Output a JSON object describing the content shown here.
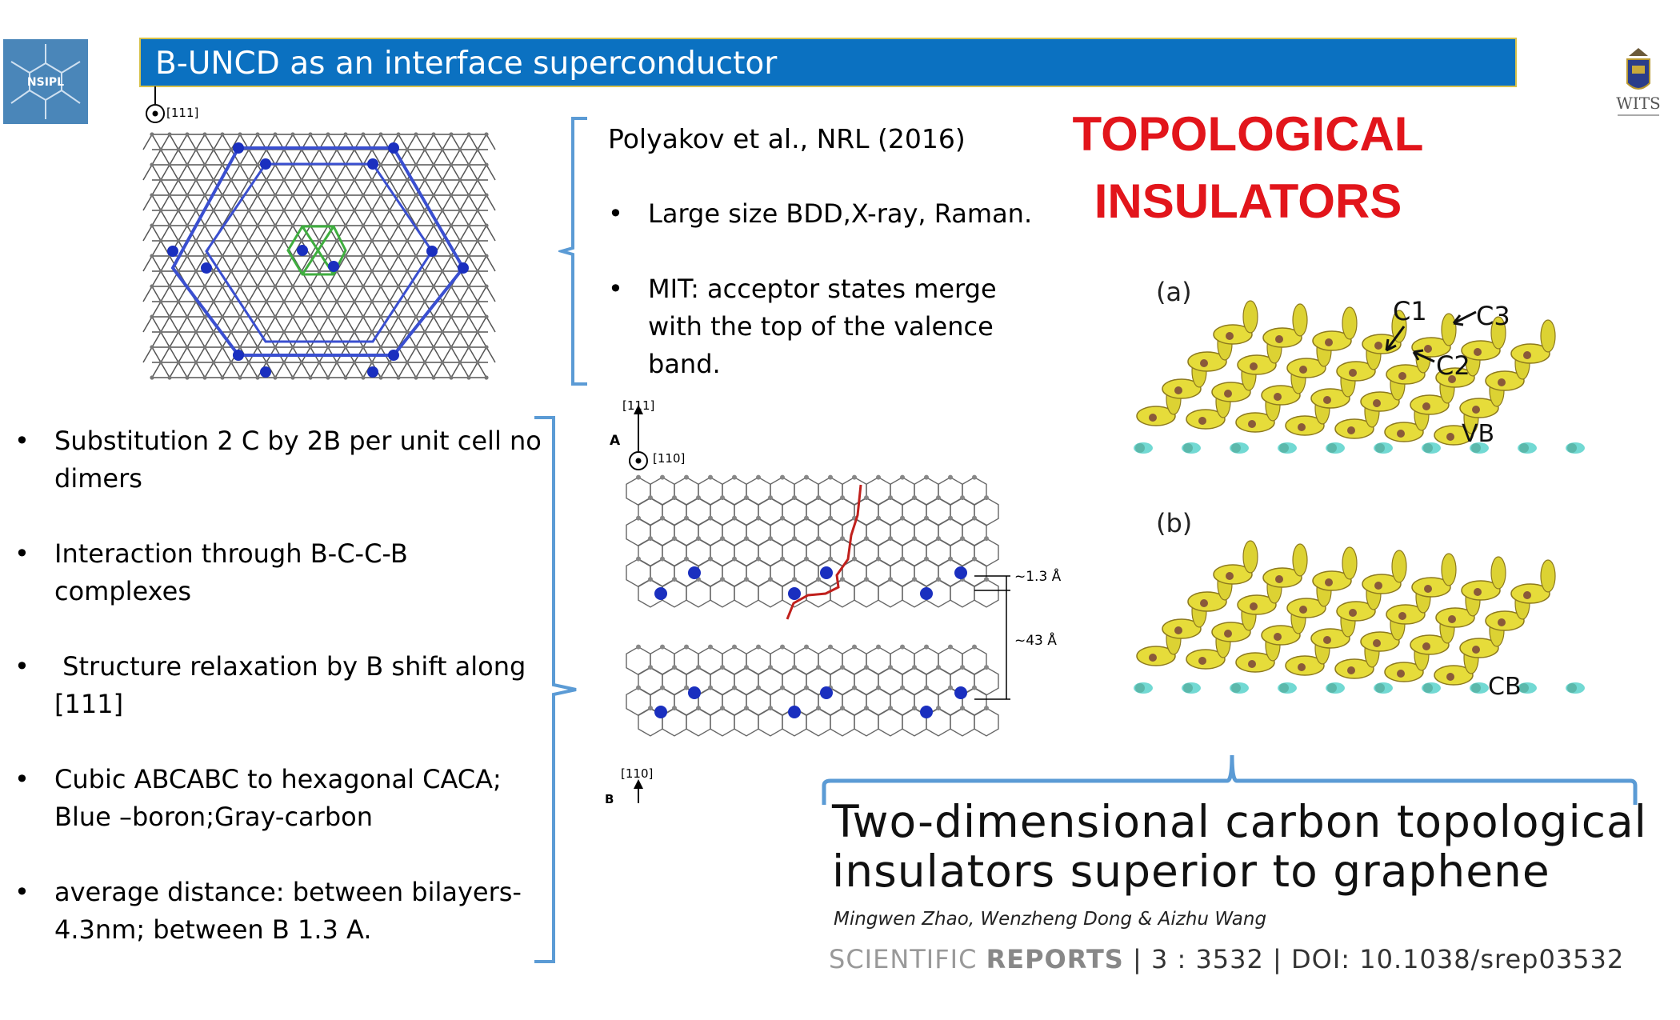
{
  "header": {
    "title": "B-UNCD as an interface superconductor"
  },
  "logos": {
    "left_text": "NSIPL",
    "right_text": "WITS"
  },
  "reference": {
    "citation": "Polyakov et al., NRL (2016)",
    "bullets": [
      "Large size BDD,X-ray, Raman.",
      "MIT: acceptor states merge with the top of the valence band."
    ]
  },
  "left_bullets": [
    "Substitution 2 C by 2B per unit cell no dimers",
    "Interaction through B-C-C-B complexes",
    " Structure relaxation by B shift along [111]",
    "Cubic ABCABC to hexagonal CACA; Blue –boron;Gray-carbon",
    "average distance: between bilayers- 4.3nm; between B 1.3 A."
  ],
  "bullet_glyph": "•",
  "topological": {
    "line1": "TOPOLOGICAL",
    "line2": "INSULATORS"
  },
  "lattice_fig": {
    "axis_label": "[111]"
  },
  "bilayer_fig": {
    "axis_top": "[111]",
    "axis_side": "[110]",
    "axis_bottom": "[110]",
    "label_a": "A",
    "label_b": "B",
    "dist_small": "~1.3 Å",
    "dist_large": "~43 Å"
  },
  "topo_fig": {
    "panel_a": "(a)",
    "panel_b": "(b)",
    "c1": "C1",
    "c2": "C2",
    "c3": "C3",
    "vb": "VB",
    "cb": "CB"
  },
  "paper": {
    "title_line1": "Two-dimensional carbon topological",
    "title_line2": "insulators superior to graphene",
    "authors": "Mingwen Zhao, Wenzheng Dong & Aizhu Wang",
    "journal_a": "SCIENTIFIC ",
    "journal_b": "REPORTS",
    "citation": " | 3 : 3532 | DOI: 10.1038/srep03532"
  },
  "colors": {
    "header_bg": "#0b71c1",
    "bracket": "#5b9bd5",
    "topo_red": "#e2151b",
    "boron_blue": "#1a2fbf",
    "hex_blue": "#3a4fd0",
    "hex_green": "#3fae3f",
    "orbital_yellow": "#e6dc3a"
  }
}
